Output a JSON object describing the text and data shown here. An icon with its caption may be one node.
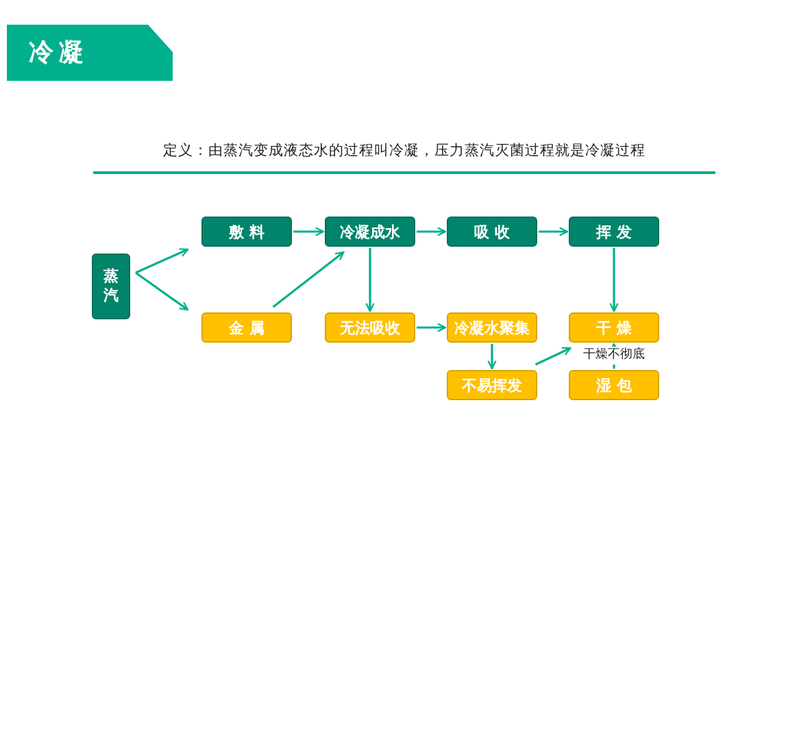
{
  "diagram": {
    "title": "冷凝",
    "nodes": [
      {
        "text": [
          "蒸汽"
        ]
      },
      {
        "text": [
          "敷 料"
        ]
      },
      {
        "text": [
          "冷凝成水"
        ]
      },
      {
        "text": [
          "吸 收"
        ]
      },
      {
        "text": [
          "挥 发"
        ]
      },
      {
        "text": [
          "金 属"
        ]
      },
      {
        "text": [
          "无法吸收"
        ]
      },
      {
        "text": [
          "冷凝水聚集"
        ]
      },
      {
        "text": [
          "干 燥"
        ]
      },
      {
        "text": [
          "不易挥发"
        ]
      },
      {
        "text": [
          "湿 包"
        ]
      }
    ],
    "edges": [
      {
        "from": 0,
        "to": 1,
        "arrow": "to"
      },
      {
        "from": 0,
        "to": 5,
        "arrow": "to"
      },
      {
        "from": 1,
        "to": 2,
        "arrow": "to"
      },
      {
        "from": 5,
        "to": 2,
        "arrow": "to"
      },
      {
        "from": 2,
        "to": 3,
        "arrow": "to"
      },
      {
        "from": 3,
        "to": 4,
        "arrow": "to"
      },
      {
        "from": 2,
        "to": 6,
        "arrow": "to"
      },
      {
        "from": 6,
        "to": 7,
        "arrow": "to"
      },
      {
        "from": 7,
        "to": 9,
        "arrow": "to"
      },
      {
        "from": 9,
        "to": 8,
        "arrow": "to"
      },
      {
        "from": 4,
        "to": 8,
        "arrow": "to"
      },
      {
        "from": 10,
        "to": 8,
        "arrow": "to",
        "label": "干燥不彻底"
      }
    ],
    "labels": [
      "定义：由蒸汽变成液态水的过程叫冷凝，压力蒸汽灭菌过程就是冷凝过程"
    ]
  }
}
